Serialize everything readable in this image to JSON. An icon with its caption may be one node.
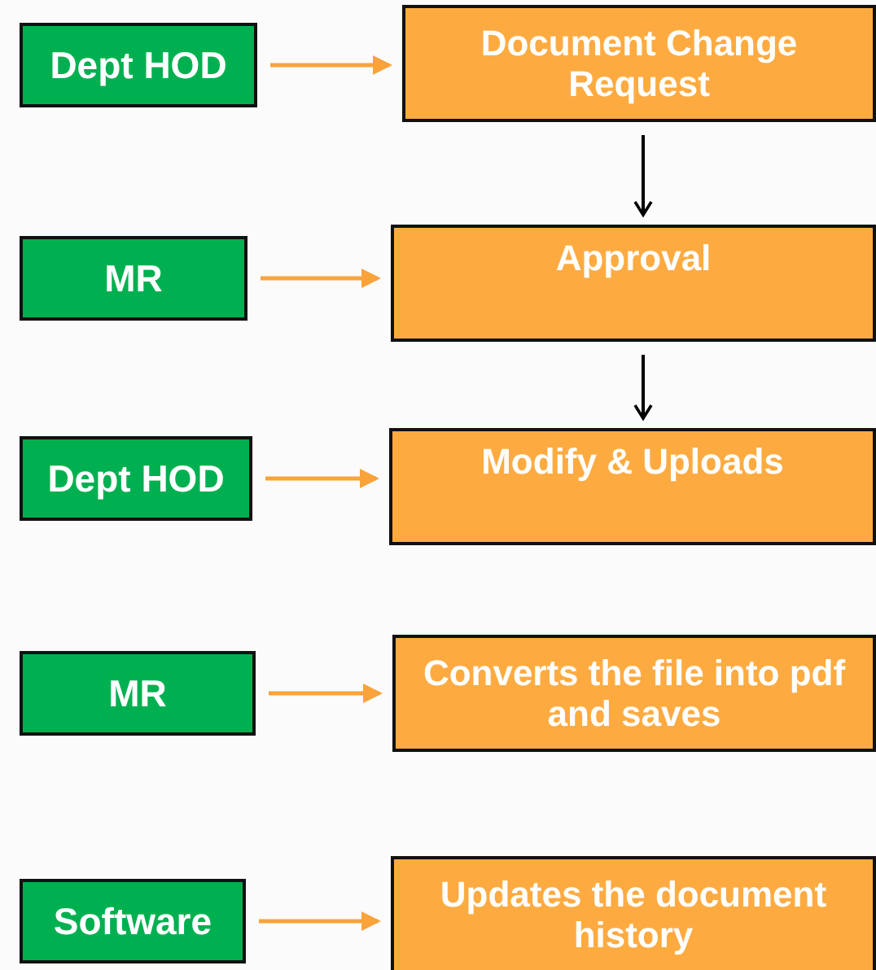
{
  "diagram": {
    "nodes": [
      {
        "text": [
          "Dept HOD"
        ]
      },
      {
        "text": [
          "Document Change Request"
        ]
      },
      {
        "text": [
          "MR"
        ]
      },
      {
        "text": [
          "Approval"
        ]
      },
      {
        "text": [
          "Dept HOD"
        ]
      },
      {
        "text": [
          "Modify & Uploads"
        ]
      },
      {
        "text": [
          "MR"
        ]
      },
      {
        "text": [
          "Converts the file into pdf and saves"
        ]
      },
      {
        "text": [
          "Software"
        ]
      },
      {
        "text": [
          "Updates the document history"
        ]
      }
    ],
    "edges": [
      {
        "from": 0,
        "to": 1,
        "arrow": "to"
      },
      {
        "from": 1,
        "to": 3,
        "arrow": "to",
        "color": "#000000"
      },
      {
        "from": 2,
        "to": 3,
        "arrow": "to"
      },
      {
        "from": 3,
        "to": 5,
        "arrow": "to",
        "color": "#000000"
      },
      {
        "from": 4,
        "to": 5,
        "arrow": "to"
      },
      {
        "from": 6,
        "to": 7,
        "arrow": "to"
      },
      {
        "from": 8,
        "to": 9,
        "arrow": "to"
      }
    ]
  }
}
